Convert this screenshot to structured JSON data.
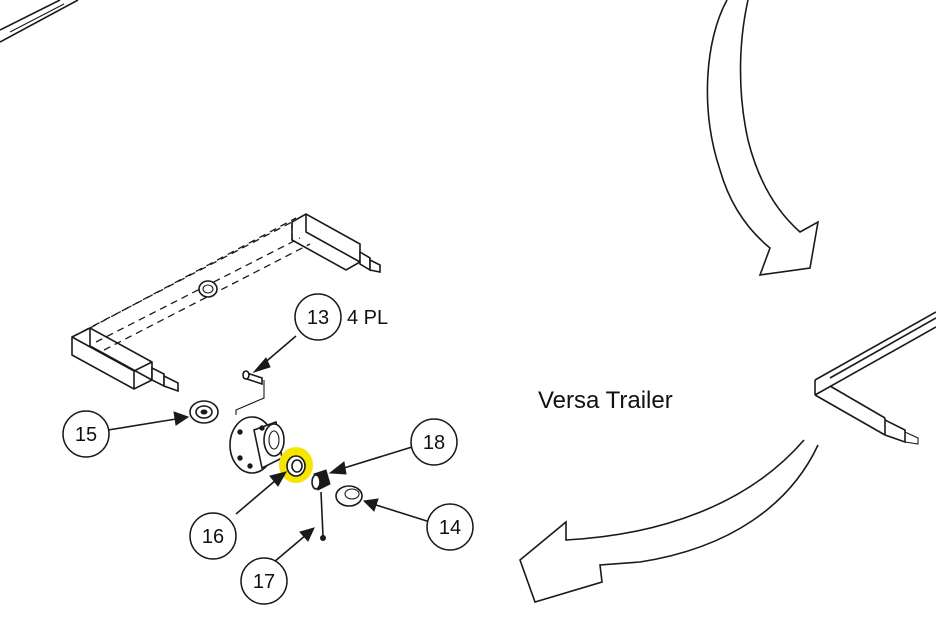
{
  "title": "Versa Trailer",
  "highlight_color": "#f5e600",
  "callouts": [
    {
      "id": "13",
      "label": "13",
      "note": "4 PL"
    },
    {
      "id": "14",
      "label": "14"
    },
    {
      "id": "15",
      "label": "15"
    },
    {
      "id": "16",
      "label": "16"
    },
    {
      "id": "17",
      "label": "17"
    },
    {
      "id": "18",
      "label": "18"
    }
  ]
}
